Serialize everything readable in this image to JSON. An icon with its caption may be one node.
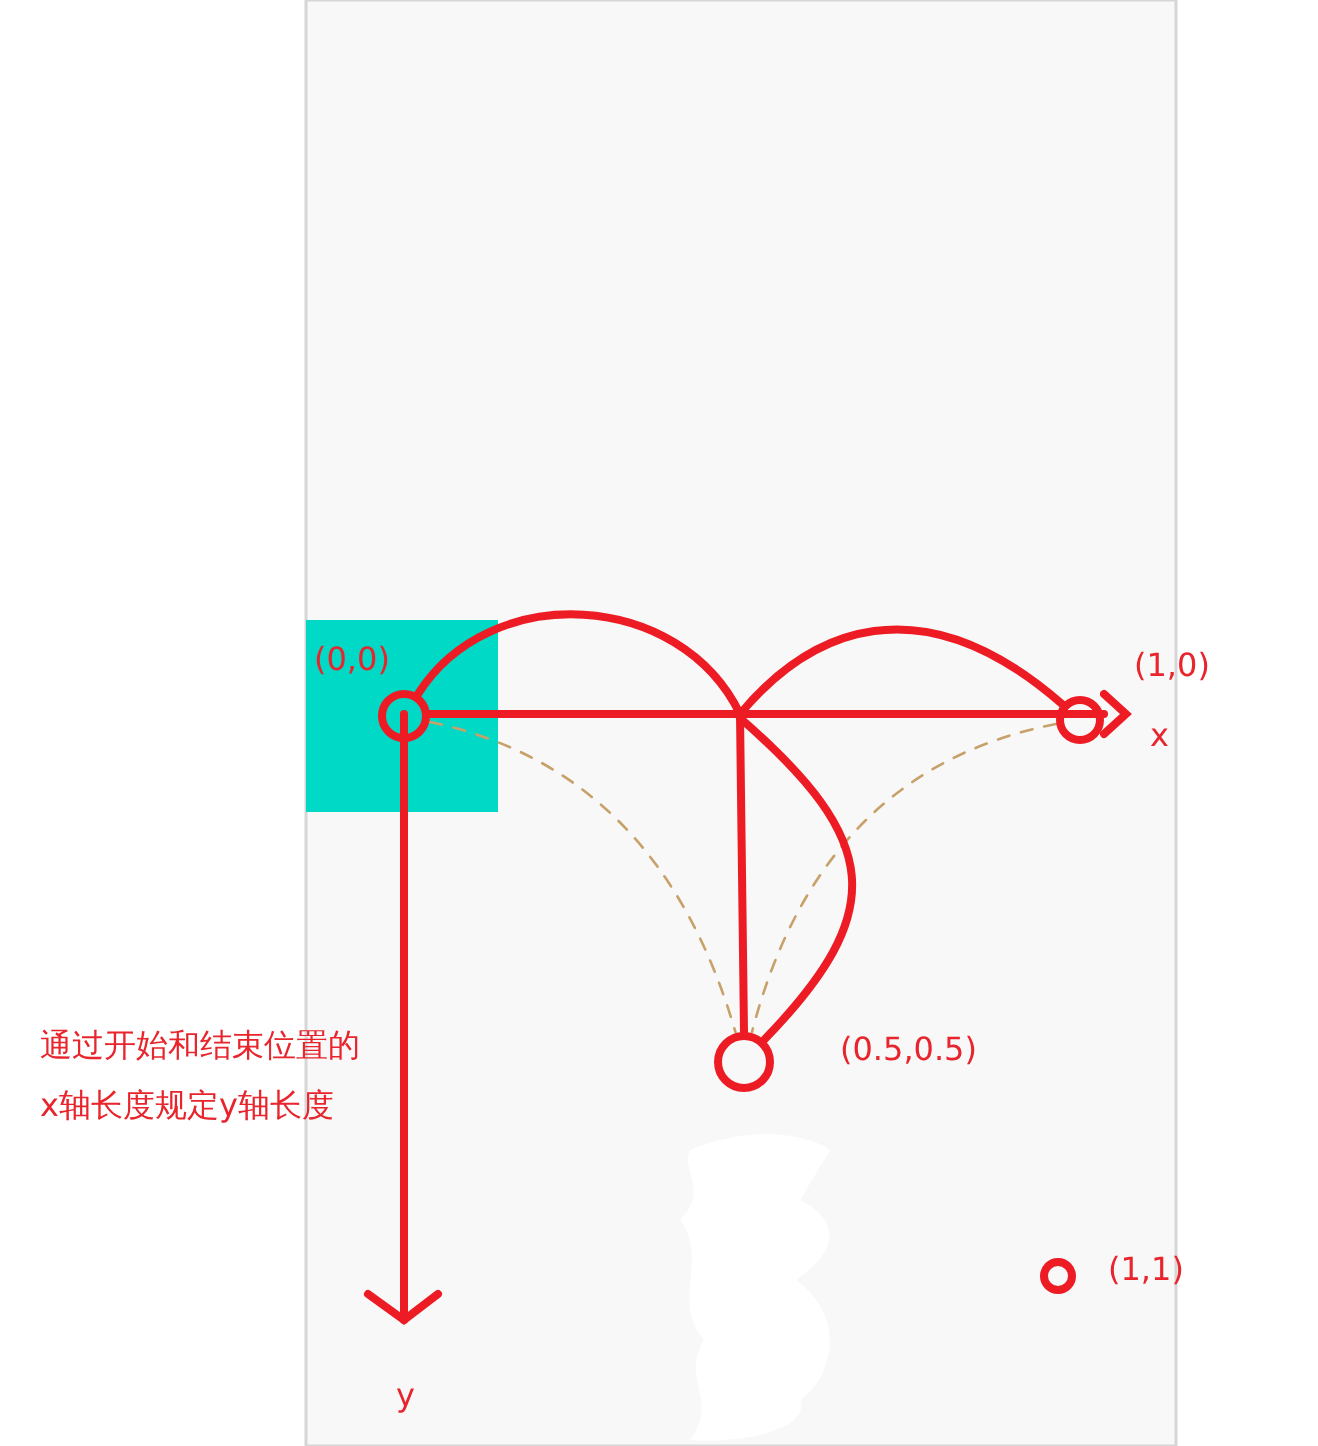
{
  "diagram": {
    "nodes": [
      {
        "text": [],
        "shape": "circle",
        "beside": [
          "(0,0)"
        ]
      },
      {
        "text": [],
        "shape": "circle",
        "beside": [
          "(1,0)"
        ]
      },
      {
        "text": [],
        "shape": "circle",
        "beside": [
          "(0.5,0.5)"
        ]
      },
      {
        "text": [],
        "shape": "circle",
        "beside": [
          "(1,1)"
        ]
      }
    ],
    "edges": [
      {
        "from": 0,
        "to": 2,
        "arrow": "none",
        "style": "dashed",
        "color": "#c8a06a"
      },
      {
        "from": 1,
        "to": 2,
        "arrow": "none",
        "style": "dashed",
        "color": "#c8a06a"
      },
      {
        "from": 0,
        "to": 1,
        "arrow": "none"
      },
      {
        "from": null,
        "to": 2,
        "arrow": "none"
      },
      {
        "from": null,
        "to": 2,
        "arrow": "none"
      },
      {
        "from": 0,
        "to": 1,
        "arrow": "to"
      }
    ],
    "labels": [
      "x",
      "通过开始和结束位置的x轴长度规定y轴长度",
      "y"
    ]
  }
}
